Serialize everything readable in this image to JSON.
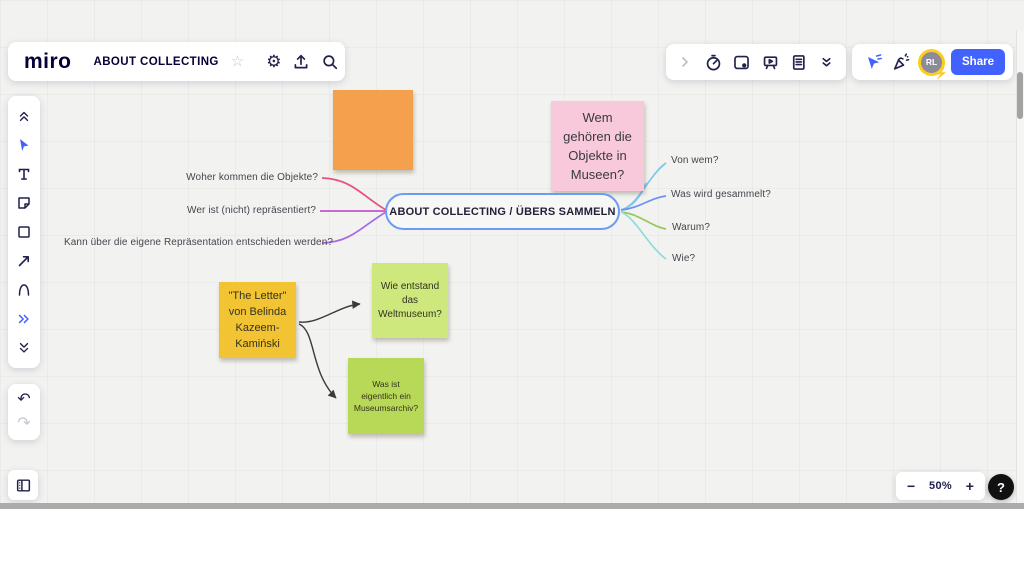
{
  "header": {
    "logo": "miro",
    "board_title": "ABOUT COLLECTING",
    "share_button": "Share",
    "avatar_initials": "RL",
    "star": "☆",
    "gear": "⚙"
  },
  "undo_redo": {
    "undo": "↶",
    "redo": "↷"
  },
  "zoom_controls": {
    "minus": "−",
    "level": "50%",
    "plus": "+",
    "help": "?"
  },
  "mindmap": {
    "center_label": "ABOUT COLLECTING / ÜBERS SAMMELN",
    "left_branches": [
      "Woher kommen die Objekte?",
      "Wer ist (nicht) repräsentiert?",
      "Kann über die eigene Repräsentation entschieden werden?"
    ],
    "right_branches": [
      "Von wem?",
      "Was wird gesammelt?",
      "Warum?",
      "Wie?"
    ]
  },
  "sticky_notes": {
    "orange": {
      "text": "",
      "color": "#f5a04c"
    },
    "pink": {
      "text": "Wem gehören die Objekte in Museen?",
      "color": "#f8c9da"
    },
    "yellow": {
      "text": "\"The Letter\" von Belinda Kazeem-Kamiński",
      "color": "#f2c433"
    },
    "light_green": {
      "text": "Wie entstand das Weltmuseum?",
      "color": "#cfe87d"
    },
    "green": {
      "text": "Was ist eigentlich ein Museumsarchiv?",
      "color": "#b8d957"
    }
  },
  "colors": {
    "accent_blue": "#4262ff",
    "node_border": "#6b9bf5",
    "canvas_bg": "#f2f2f0",
    "branch_left": [
      "#e8517e",
      "#c355c8",
      "#a768e8"
    ],
    "branch_right": [
      "#7cc5ee",
      "#6d8ff0",
      "#97c75c",
      "#8fdcd8"
    ],
    "branch_to_pink_note": "#8ccdf0",
    "avatar_ring": "#fbce1e",
    "arrow_black": "#3a3a3a"
  }
}
